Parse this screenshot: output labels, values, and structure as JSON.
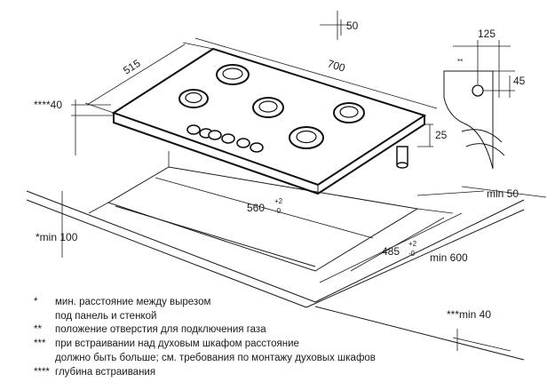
{
  "dimensions": {
    "depth": "515",
    "width": "700",
    "edge_offset": "50",
    "footnote_40": "****40",
    "cutout_width": "560",
    "cutout_width_tol_plus": "+2",
    "cutout_width_tol_minus": "-0",
    "cutout_depth": "485",
    "cutout_depth_tol_plus": "+2",
    "cutout_depth_tol_minus": "-0",
    "min_50": "min 50",
    "min_100": "*min 100",
    "min_600": "min 600",
    "min_40": "***min 40",
    "height_25": "25",
    "gas_125": "125",
    "gas_45": "45",
    "gas_marker": "**"
  },
  "legend": [
    {
      "mark": "*",
      "lines": [
        "мин. расстояние между вырезом",
        "под панель и стенкой"
      ]
    },
    {
      "mark": "**",
      "lines": [
        "положение отверстия для подключения газа"
      ]
    },
    {
      "mark": "***",
      "lines": [
        "при встраивании над духовым шкафом расстояние",
        "должно быть больше; см. требования по монтажу духовых шкафов"
      ]
    },
    {
      "mark": "****",
      "lines": [
        "глубина встраивания"
      ]
    }
  ]
}
